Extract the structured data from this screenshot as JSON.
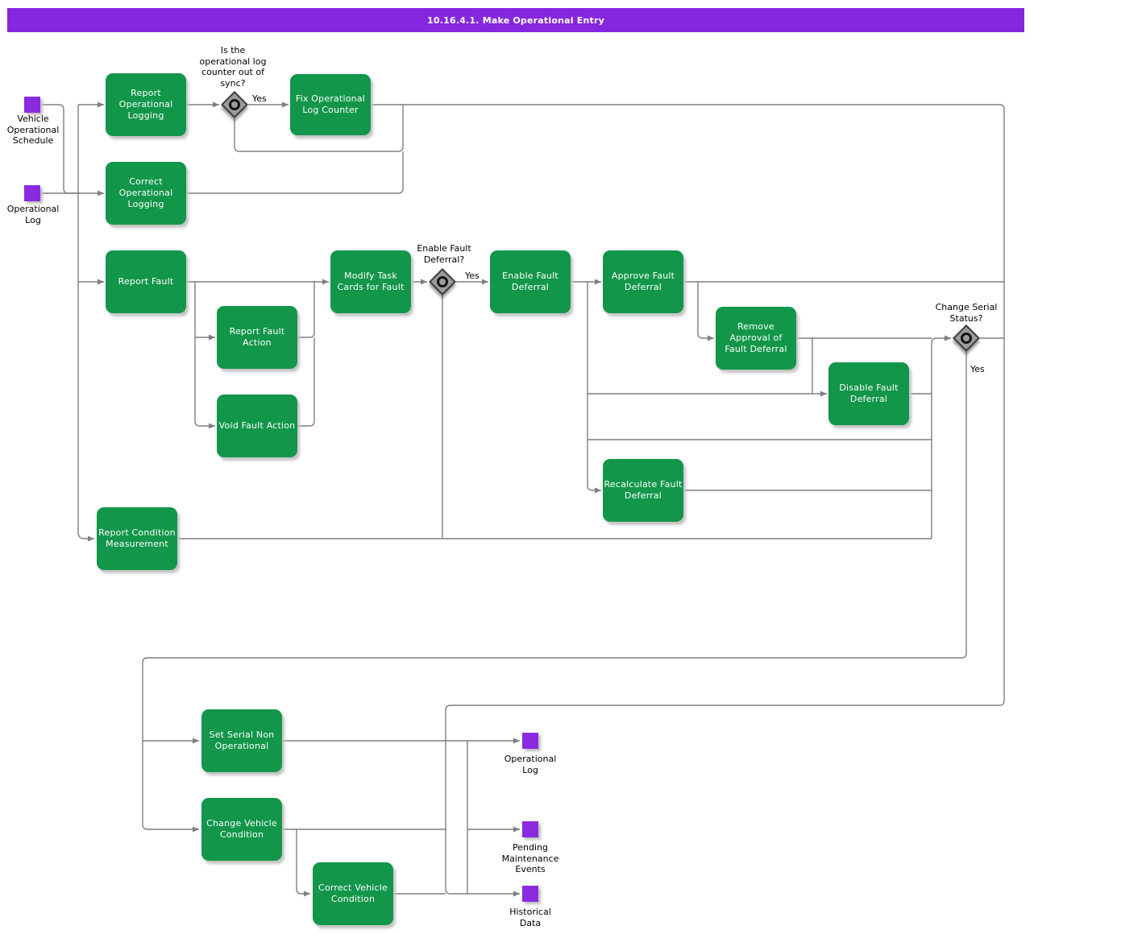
{
  "header": {
    "title": "10.16.4.1. Make Operational Entry"
  },
  "colors": {
    "title_bar_purple": "#8527DE",
    "data_object_purple": "#8A2BE2",
    "process_green": "#12964A",
    "connector_gray": "#7F7F7F",
    "gateway_gray": "#9B9B9B"
  },
  "inputs": [
    {
      "label": "Vehicle\nOperational\nSchedule"
    },
    {
      "label": "Operational\nLog"
    }
  ],
  "processes": [
    {
      "label": "Report\nOperational\nLogging"
    },
    {
      "label": "Fix Operational\nLog Counter"
    },
    {
      "label": "Correct\nOperational\nLogging"
    },
    {
      "label": "Report Fault"
    },
    {
      "label": "Report Fault\nAction"
    },
    {
      "label": "Void Fault Action"
    },
    {
      "label": "Modify Task\nCards for Fault"
    },
    {
      "label": "Enable Fault\nDeferral"
    },
    {
      "label": "Approve Fault\nDeferral"
    },
    {
      "label": "Remove\nApproval of\nFault Deferral"
    },
    {
      "label": "Disable Fault\nDeferral"
    },
    {
      "label": "Recalculate Fault\nDeferral"
    },
    {
      "label": "Report Condition\nMeasurement"
    },
    {
      "label": "Set Serial Non\nOperational"
    },
    {
      "label": "Change Vehicle\nCondition"
    },
    {
      "label": "Correct Vehicle\nCondition"
    }
  ],
  "decisions": [
    {
      "question": "Is the\noperational log\ncounter out of\nsync?",
      "branch_label": "Yes"
    },
    {
      "question": "Enable Fault\nDeferral?",
      "branch_label": "Yes"
    },
    {
      "question": "Change Serial\nStatus?",
      "branch_label": "Yes"
    }
  ],
  "outputs": [
    {
      "label": "Operational\nLog"
    },
    {
      "label": "Pending\nMaintenance\nEvents"
    },
    {
      "label": "Historical\nData"
    }
  ]
}
